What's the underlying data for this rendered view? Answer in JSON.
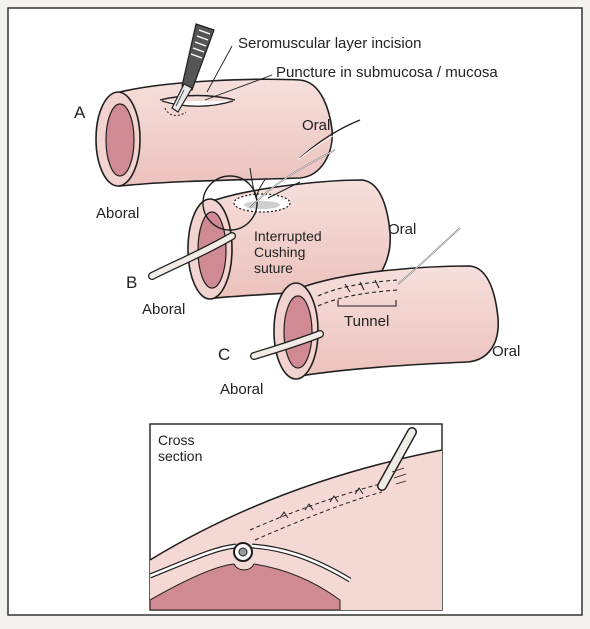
{
  "labels": {
    "seromuscular": "Seromuscular layer incision",
    "puncture": "Puncture in submucosa / mucosa",
    "panel_a": "A",
    "panel_b": "B",
    "panel_c": "C",
    "oral_a": "Oral",
    "oral_b": "Oral",
    "oral_c": "Oral",
    "aboral_a": "Aboral",
    "aboral_b": "Aboral",
    "aboral_c": "Aboral",
    "suture": "Interrupted\nCushing\nsuture",
    "tunnel": "Tunnel",
    "cross_section": "Cross\nsection"
  },
  "colors": {
    "tissue": "#f2d3cf",
    "lumen": "#d08a93",
    "outline": "#1f1f1f"
  }
}
